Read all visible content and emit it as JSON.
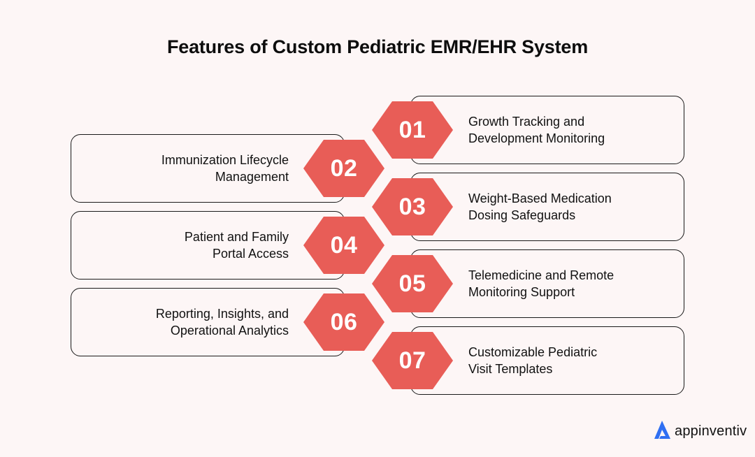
{
  "title": "Features of Custom Pediatric EMR/EHR System",
  "colors": {
    "background": "#fdf6f6",
    "accent": "#e85d57",
    "border": "#1a1a1a",
    "text": "#111111",
    "logo_blue": "#2f6ff2"
  },
  "features": [
    {
      "number": "01",
      "side": "right",
      "lines": [
        "Growth Tracking and",
        "Development Monitoring"
      ]
    },
    {
      "number": "02",
      "side": "left",
      "lines": [
        "Immunization Lifecycle",
        "Management"
      ]
    },
    {
      "number": "03",
      "side": "right",
      "lines": [
        "Weight-Based Medication",
        "Dosing Safeguards"
      ]
    },
    {
      "number": "04",
      "side": "left",
      "lines": [
        "Patient and Family",
        "Portal Access"
      ]
    },
    {
      "number": "05",
      "side": "right",
      "lines": [
        "Telemedicine and Remote",
        "Monitoring Support"
      ]
    },
    {
      "number": "06",
      "side": "left",
      "lines": [
        "Reporting, Insights, and",
        "Operational Analytics"
      ]
    },
    {
      "number": "07",
      "side": "right",
      "lines": [
        "Customizable Pediatric",
        "Visit Templates"
      ]
    }
  ],
  "logo": {
    "icon": "appinventiv-a-icon",
    "text": "appinventiv"
  }
}
